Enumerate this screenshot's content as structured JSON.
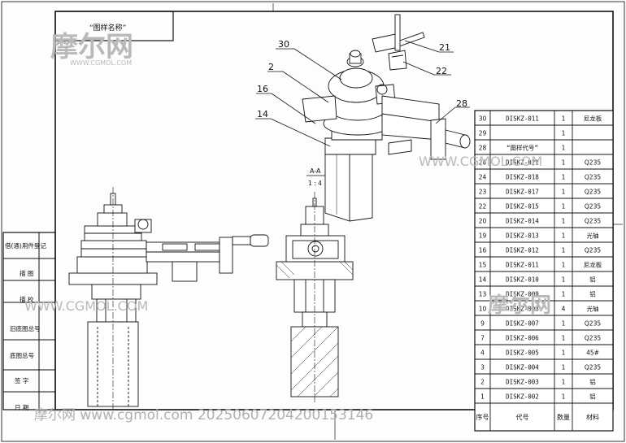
{
  "drawing_title": "“图样名称”",
  "section": {
    "label": "A-A",
    "scale": "1 : 4"
  },
  "callouts": [
    "30",
    "2",
    "16",
    "14",
    "21",
    "22",
    "28"
  ],
  "left_block": {
    "rows": [
      "借(通)用件登记",
      "描 图",
      "描 校",
      "旧底图总号",
      "底图总号",
      "签 字",
      "日 期"
    ]
  },
  "bom": {
    "rows": [
      {
        "no": "30",
        "code": "DISKZ-011",
        "qty": "1",
        "mat": "尼龙板"
      },
      {
        "no": "29",
        "code": "",
        "qty": "1",
        "mat": ""
      },
      {
        "no": "28",
        "code": "“图样代号”",
        "qty": "1",
        "mat": ""
      },
      {
        "no": "26",
        "code": "DISKZ-021",
        "qty": "1",
        "mat": "Q235"
      },
      {
        "no": "24",
        "code": "DISKZ-018",
        "qty": "1",
        "mat": "Q235"
      },
      {
        "no": "23",
        "code": "DISKZ-017",
        "qty": "1",
        "mat": "Q235"
      },
      {
        "no": "22",
        "code": "DISKZ-015",
        "qty": "1",
        "mat": "Q235"
      },
      {
        "no": "20",
        "code": "DISKZ-014",
        "qty": "1",
        "mat": "Q235"
      },
      {
        "no": "19",
        "code": "DISKZ-013",
        "qty": "1",
        "mat": "光轴"
      },
      {
        "no": "16",
        "code": "DISKZ-012",
        "qty": "1",
        "mat": "Q235"
      },
      {
        "no": "15",
        "code": "DISKZ-011",
        "qty": "1",
        "mat": "尼龙板"
      },
      {
        "no": "14",
        "code": "DISKZ-010",
        "qty": "1",
        "mat": "铝"
      },
      {
        "no": "13",
        "code": "DISKZ-009",
        "qty": "1",
        "mat": "铝"
      },
      {
        "no": "10",
        "code": "DISKZ-008",
        "qty": "4",
        "mat": "光轴"
      },
      {
        "no": "9",
        "code": "DISKZ-007",
        "qty": "1",
        "mat": "Q235"
      },
      {
        "no": "7",
        "code": "DISKZ-006",
        "qty": "1",
        "mat": "Q235"
      },
      {
        "no": "4",
        "code": "DISKZ-005",
        "qty": "1",
        "mat": "45#"
      },
      {
        "no": "3",
        "code": "DISKZ-004",
        "qty": "1",
        "mat": "Q235"
      },
      {
        "no": "2",
        "code": "DISKZ-003",
        "qty": "1",
        "mat": "铝"
      },
      {
        "no": "1",
        "code": "DISKZ-002",
        "qty": "1",
        "mat": "铝"
      }
    ],
    "header": {
      "no": "序号",
      "code": "代号",
      "qty": "数量",
      "mat": "材料"
    }
  },
  "watermarks": {
    "logo_cn": "摩尔网",
    "logo_en": "WWW.CGMOL.COM",
    "mid": "WWW.CGMOL.COM",
    "footer": "摩尔网 www.cgmol.com 20250607204200153146"
  }
}
